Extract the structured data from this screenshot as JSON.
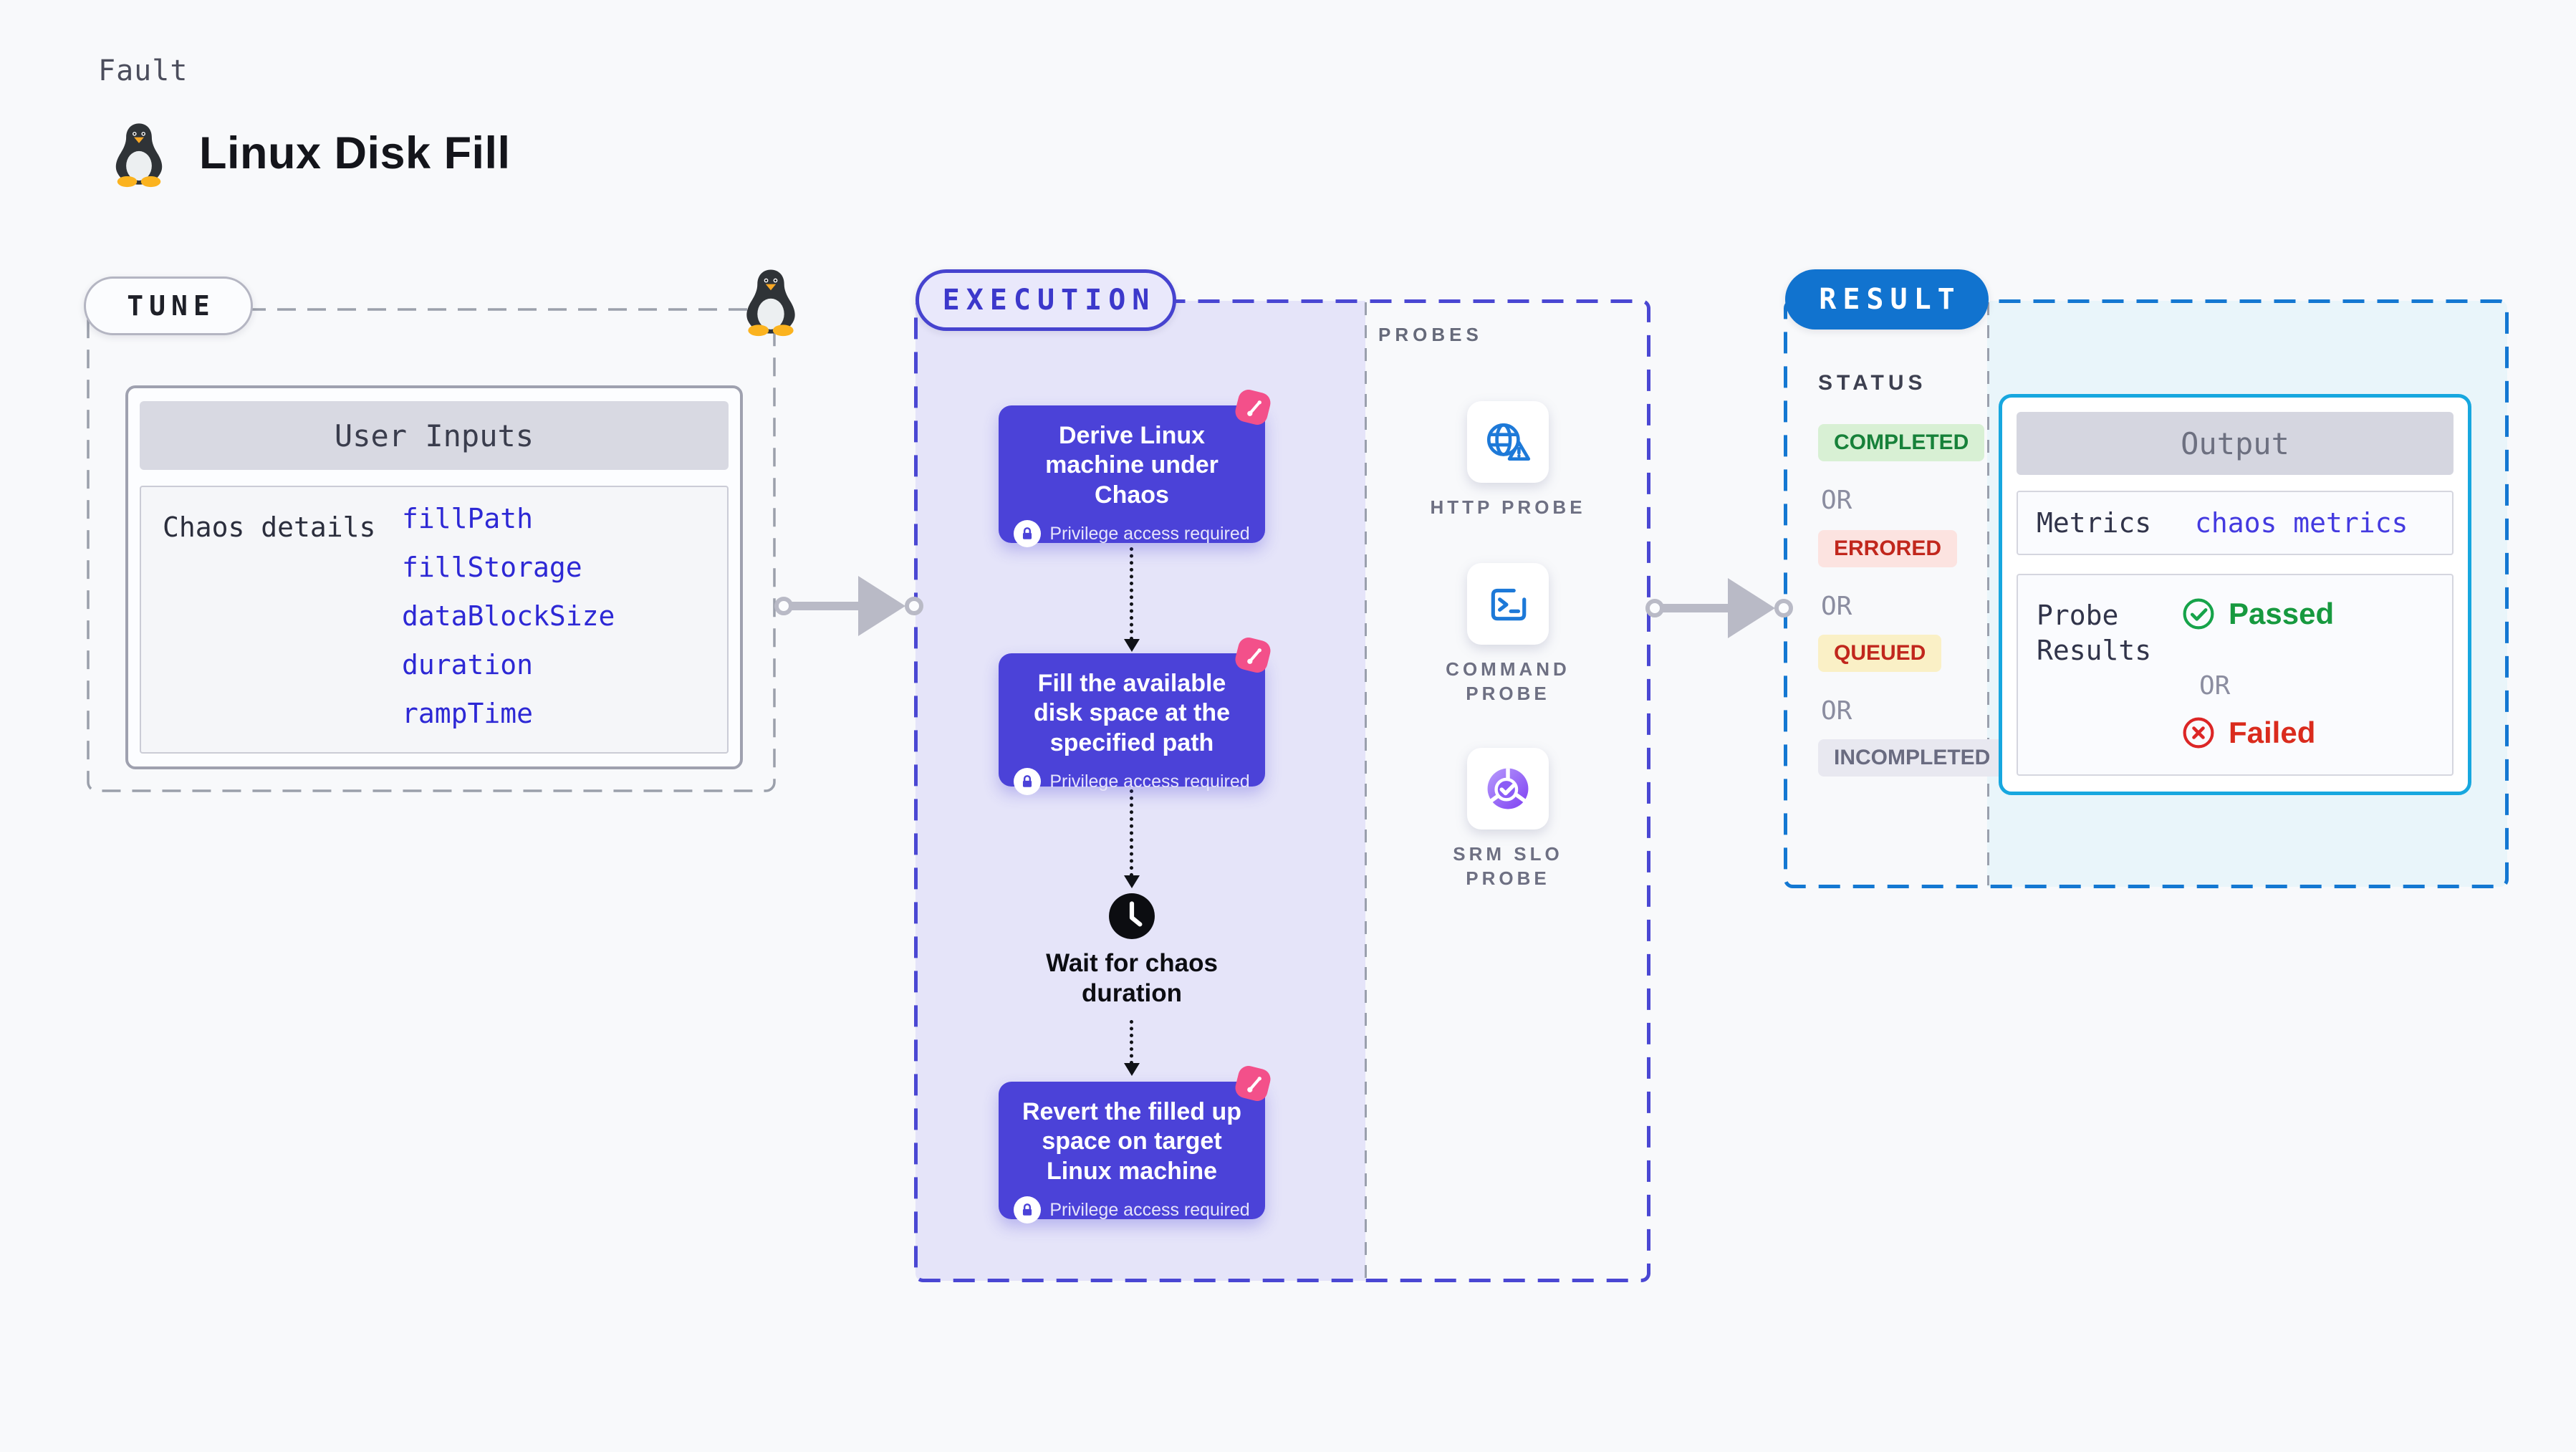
{
  "header": {
    "kicker": "Fault",
    "title": "Linux Disk Fill"
  },
  "tune": {
    "pill": "TUNE",
    "card_title": "User Inputs",
    "row_label": "Chaos details",
    "inputs": [
      "fillPath",
      "fillStorage",
      "dataBlockSize",
      "duration",
      "rampTime"
    ]
  },
  "execution": {
    "pill": "EXECUTION",
    "nodes": [
      {
        "title": "Derive Linux machine under Chaos",
        "badge": "Privilege access required"
      },
      {
        "title": "Fill the available disk space at the specified path",
        "badge": "Privilege access required"
      },
      {
        "title": "Revert the filled up space on target Linux machine",
        "badge": "Privilege access required"
      }
    ],
    "wait_label": "Wait for chaos duration"
  },
  "probes": {
    "label": "PROBES",
    "items": [
      {
        "name": "HTTP PROBE",
        "icon": "globe-alert-icon"
      },
      {
        "name": "COMMAND PROBE",
        "icon": "terminal-icon"
      },
      {
        "name": "SRM SLO PROBE",
        "icon": "slo-pie-icon"
      }
    ]
  },
  "result": {
    "pill": "RESULT",
    "status_label": "STATUS",
    "or": "OR",
    "statuses": [
      {
        "label": "COMPLETED",
        "type": "completed"
      },
      {
        "label": "ERRORED",
        "type": "errored"
      },
      {
        "label": "QUEUED",
        "type": "queued"
      },
      {
        "label": "INCOMPLETED",
        "type": "incompleted"
      }
    ],
    "output": {
      "title": "Output",
      "metrics_label": "Metrics",
      "metrics_link": "chaos metrics",
      "probe_results_label": "Probe Results",
      "passed": "Passed",
      "or": "OR",
      "failed": "Failed"
    }
  },
  "colors": {
    "background": "#f8f9fb",
    "node_indigo": "#4b42d8",
    "execution_border": "#4643cf",
    "lavender_fill": "#e5e4f9",
    "result_pill_blue": "#1173cf",
    "result_border": "#1478d2",
    "output_fill": "#e9f5fa",
    "output_border": "#17a7df",
    "link_indigo": "#2d28d5",
    "probe_icon_blue": "#1d79d8",
    "slo_purple": "#8b5cf6",
    "chaos_pink": "#f3508a",
    "completed_green": "#17813a",
    "errored_red": "#c1271d",
    "queued_yellow_bg": "#faf0c6",
    "passed_green": "#16a34a",
    "failed_red": "#dc2626"
  }
}
